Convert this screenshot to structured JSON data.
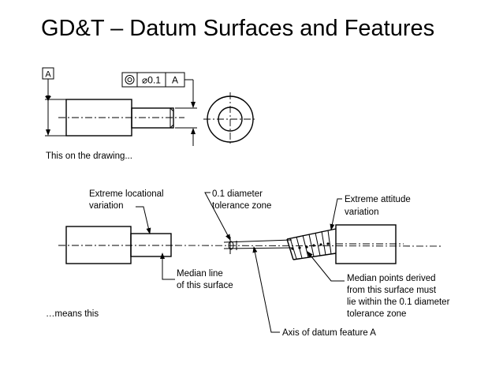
{
  "title": "GD&T – Datum Surfaces and Features",
  "top": {
    "datum_label": "A",
    "fcf": {
      "symbol": "concentricity-icon",
      "tolerance": "⌀0.1",
      "datum": "A"
    },
    "caption": "This on the drawing..."
  },
  "bottom": {
    "labels": {
      "extreme_locational_1": "Extreme locational",
      "extreme_locational_2": "variation",
      "tol_zone_1": "0.1 diameter",
      "tol_zone_2": "tolerance zone",
      "extreme_attitude_1": "Extreme attitude",
      "extreme_attitude_2": "variation",
      "median_line_1": "Median line",
      "median_line_2": "of this surface",
      "median_points_1": "Median points derived",
      "median_points_2": "from this surface must",
      "median_points_3": "lie within the 0.1 diameter",
      "median_points_4": "tolerance zone",
      "axis_datum": "Axis of datum feature A"
    },
    "caption": "…means this"
  }
}
